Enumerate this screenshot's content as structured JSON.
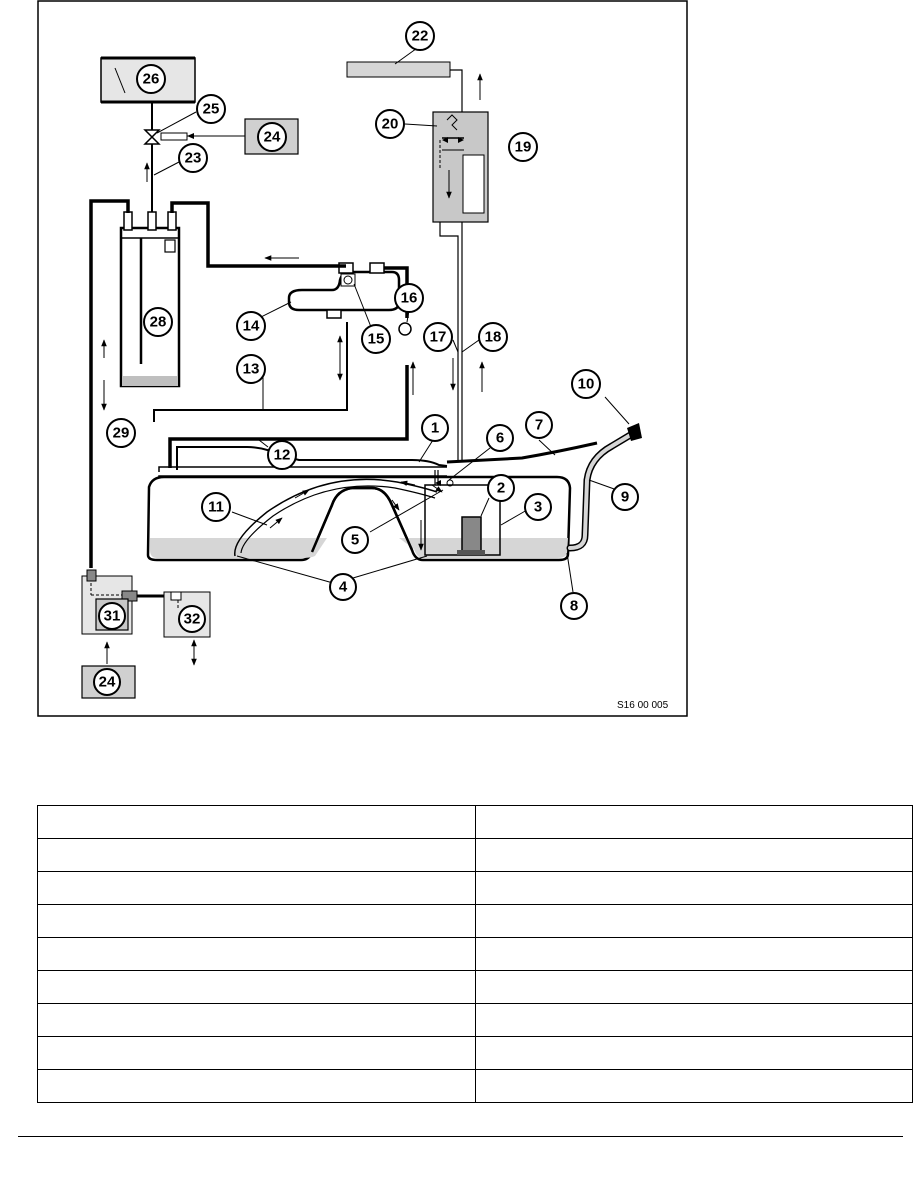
{
  "diagram": {
    "reference_code": "S16 00 005",
    "callouts": [
      "1",
      "2",
      "3",
      "4",
      "5",
      "6",
      "7",
      "8",
      "9",
      "10",
      "11",
      "12",
      "13",
      "14",
      "15",
      "16",
      "17",
      "18",
      "19",
      "20",
      "22",
      "23",
      "24",
      "24",
      "25",
      "26",
      "28",
      "29",
      "31",
      "32"
    ]
  },
  "legend": {
    "rows": [
      [
        "",
        ""
      ],
      [
        "",
        ""
      ],
      [
        "",
        ""
      ],
      [
        "",
        ""
      ],
      [
        "",
        ""
      ],
      [
        "",
        ""
      ],
      [
        "",
        ""
      ],
      [
        "",
        ""
      ],
      [
        "",
        ""
      ]
    ]
  },
  "colors": {
    "line": "#000000",
    "fuel": "#d8d8d8",
    "component": "#bfbfbf",
    "panel": "#e6e6e6"
  }
}
